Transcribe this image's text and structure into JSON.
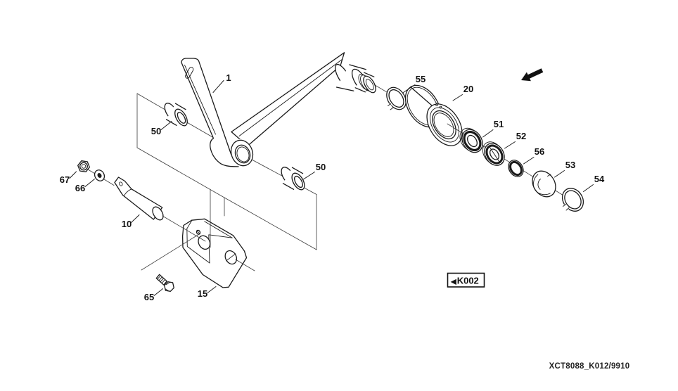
{
  "figure": {
    "background": "#ffffff",
    "line_color": "#1a1a1a",
    "footer_code": "XCT8088_K012/9910",
    "ref_arrow": "◀",
    "ref_code": "K002"
  },
  "parts": [
    {
      "label": "1"
    },
    {
      "label": "50"
    },
    {
      "label": "50"
    },
    {
      "label": "55"
    },
    {
      "label": "20"
    },
    {
      "label": "51"
    },
    {
      "label": "52"
    },
    {
      "label": "56"
    },
    {
      "label": "53"
    },
    {
      "label": "54"
    },
    {
      "label": "67"
    },
    {
      "label": "66"
    },
    {
      "label": "10"
    },
    {
      "label": "65"
    },
    {
      "label": "15"
    }
  ]
}
